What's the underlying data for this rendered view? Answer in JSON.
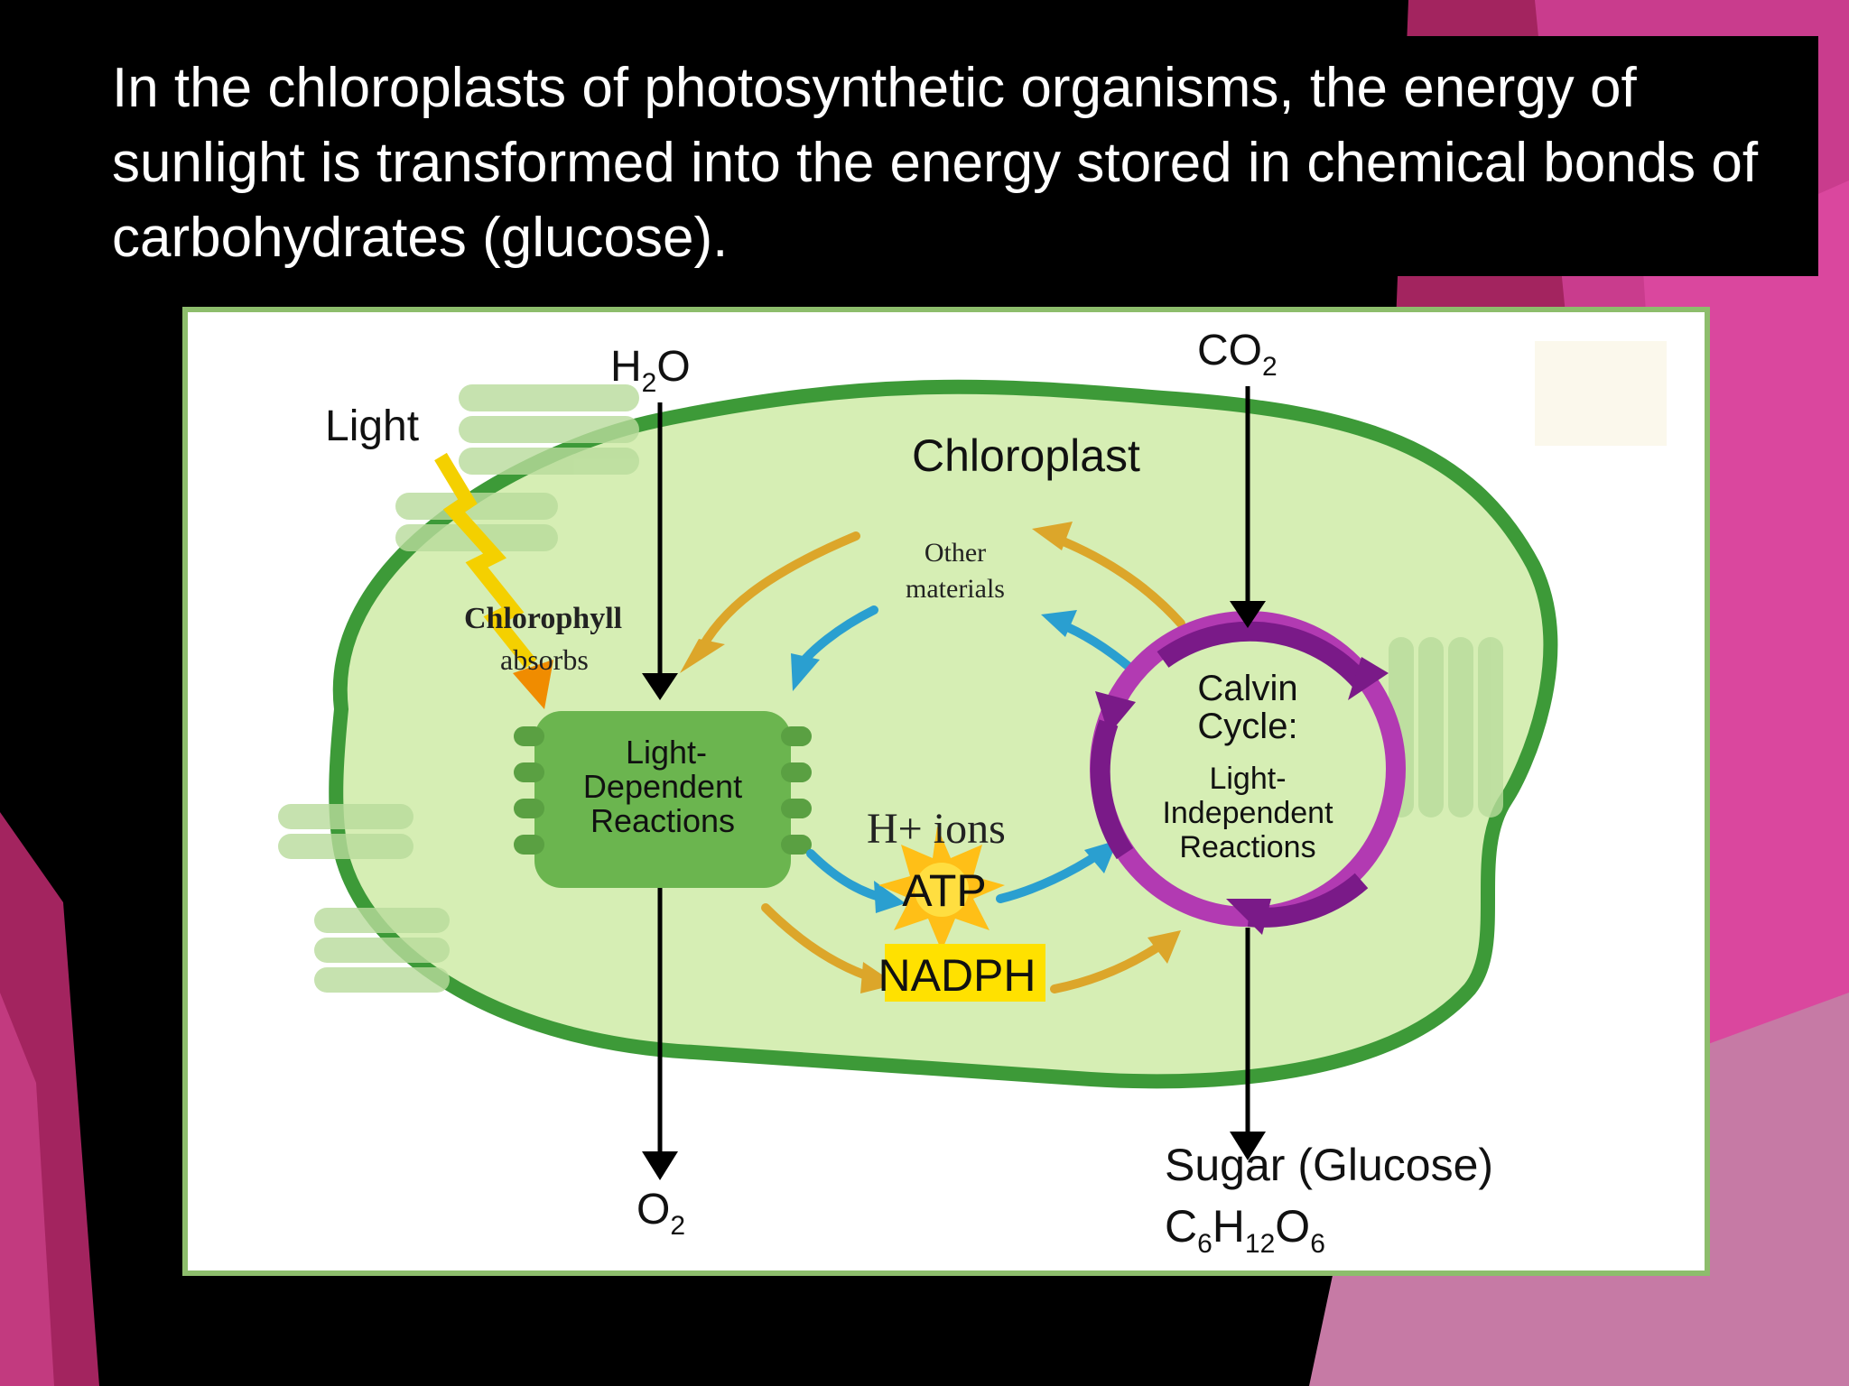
{
  "slide": {
    "title_text": "In the chloroplasts of photosynthetic organisms, the energy of sunlight is transformed into the energy stored in chemical bonds of carbohydrates (glucose)."
  },
  "diagram": {
    "h2o": {
      "main": "H",
      "sub": "2",
      "end": "O"
    },
    "co2": {
      "main": "CO",
      "sub": "2"
    },
    "o2": {
      "main": "O",
      "sub": "2"
    },
    "light": "Light",
    "chloroplast": "Chloroplast",
    "other_materials": [
      "Other",
      "materials"
    ],
    "chlorophyll": "Chlorophyll",
    "absorbs": "absorbs",
    "light_dependent": [
      "Light-",
      "Dependent",
      "Reactions"
    ],
    "calvin_cycle": [
      "Calvin",
      "Cycle:"
    ],
    "light_independent": [
      "Light-",
      "Independent",
      "Reactions"
    ],
    "h_ions": "H+ ions",
    "atp": "ATP",
    "nadph": "NADPH",
    "sugar": "Sugar (Glucose)",
    "glucose_formula": {
      "c": "C",
      "c_sub": "6",
      "h": "H",
      "h_sub": "12",
      "o": "O",
      "o_sub": "6"
    }
  },
  "colors": {
    "slide_accent": "#c2266f",
    "chloroplast_fill": "#d6eeb4",
    "chloroplast_border": "#3d9a38",
    "thylakoid": "#6bb54f",
    "calvin_ring": "#b23ab2",
    "orange_arrow": "#dca62a",
    "blue_arrow": "#2a9fd0",
    "nadph_highlight": "#ffe100",
    "atp_burst": "#ffbf17"
  }
}
